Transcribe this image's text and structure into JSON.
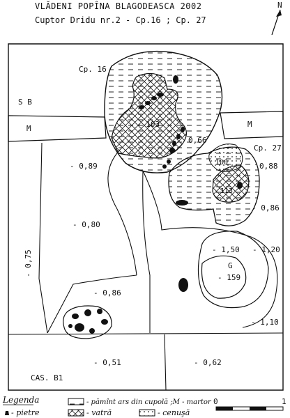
{
  "header": {
    "title": "VLĂDENI  POPÎNA BLAGODEASCA  2002",
    "subtitle": "Cuptor  Dridu  nr.2 - Cp.16 ;  Cp. 27"
  },
  "north_label": "N",
  "areas": {
    "oven_16": "Cp. 16",
    "oven_27": "Cp. 27",
    "section_sb": "S B",
    "section_cas": "CAS.  B1",
    "witness_left": "M",
    "witness_right": "M",
    "pit_g": "G"
  },
  "depths": {
    "oven16_hearth": "- 103",
    "oven16_edge": "0,66",
    "left_upper": "- 0,89",
    "left_middle": "- 0,80",
    "left_vertical": "- 0,75",
    "stones_area": "- 0,86",
    "oven27_upper": "100",
    "oven27_hearth": "113",
    "right_upper": "0,88",
    "right_lower": "- 0,86",
    "pit_rim": "- 1,50",
    "pit_outer": "- 1,20",
    "pit_bottom": "- 159",
    "bottom_right": "- 1,10",
    "bottom_left_strip": "- 0,51",
    "bottom_right_strip": "- 0,62"
  },
  "legend": {
    "title": "Legenda",
    "earth": "- pămînt ars din cupolă ;M - martor",
    "stones": "- pietre",
    "hearth": "- vatră",
    "ash": "- cenuşă"
  },
  "scale": {
    "start": "0",
    "end": "1"
  }
}
